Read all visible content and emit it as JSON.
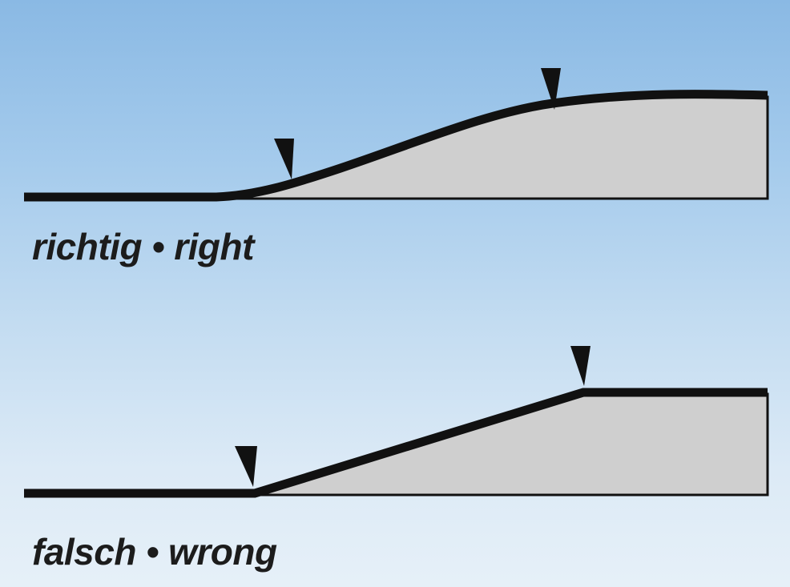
{
  "colors": {
    "sky_top": "#8ab9e4",
    "sky_bottom": "#e6f0f8",
    "ramp_fill": "#cfcfcf",
    "line": "#111111",
    "text": "#1c1c1c"
  },
  "panels": [
    {
      "id": "right",
      "profile": "smooth-curve",
      "markers": 2,
      "caption": "richtig • right"
    },
    {
      "id": "wrong",
      "profile": "straight-ramp",
      "markers": 2,
      "caption": "falsch • wrong"
    }
  ]
}
